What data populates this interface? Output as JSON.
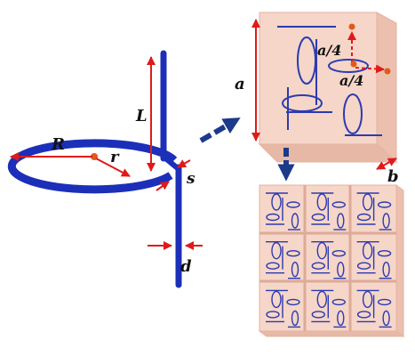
{
  "labels": {
    "L": "L",
    "R": "R",
    "r": "r",
    "s": "s",
    "d": "d",
    "a": "a",
    "b": "b",
    "a4_top": "a/4",
    "a4_right": "a/4"
  },
  "colors": {
    "wire": "#1c2fb8",
    "arrow": "#e01a1a",
    "center_dot": "#e05a1a",
    "cube_face": "#f6d6c8",
    "cube_side": "#ecbfae",
    "cube_edge": "#e3b3a2",
    "direction_arrow": "#1b3a8a",
    "small_wire": "#2b3bb0"
  }
}
